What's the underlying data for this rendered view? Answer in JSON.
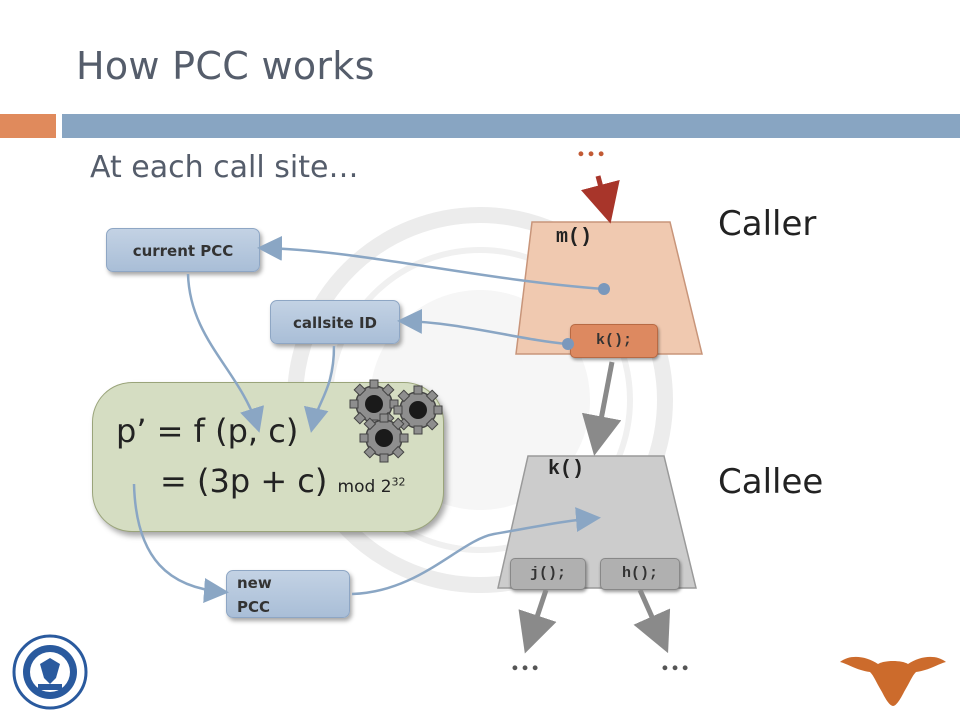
{
  "title": "How PCC works",
  "subtitle": "At each call site…",
  "boxes": {
    "current_pcc": "current PCC",
    "callsite_id": "callsite ID",
    "new_pcc_line1": "new",
    "new_pcc_line2": "PCC"
  },
  "formula": {
    "line1": "p’ = f (p,  c)",
    "line2_main": "= (3p + c)",
    "line2_mod": "mod 2",
    "line2_exp": "32"
  },
  "frames": {
    "caller_label": "Caller",
    "callee_label": "Callee",
    "caller_func": "m()",
    "caller_call": "k();",
    "callee_func": "k()",
    "callee_call_1": "j();",
    "callee_call_2": "h();"
  },
  "ellipses": {
    "top": "…",
    "bottom_left": "…",
    "bottom_right": "…"
  },
  "colors": {
    "accent_orange": "#e08a5c",
    "accent_blue": "#88a5c2",
    "caller_frame": "#f0c9b0",
    "callee_frame": "#cccccc",
    "formula_bg": "#d5ddc2",
    "logo_blue": "#2a5a9e",
    "logo_orange": "#cc6b2c"
  },
  "icons": [
    "gears-icon",
    "university-seal-logo",
    "longhorn-logo"
  ]
}
